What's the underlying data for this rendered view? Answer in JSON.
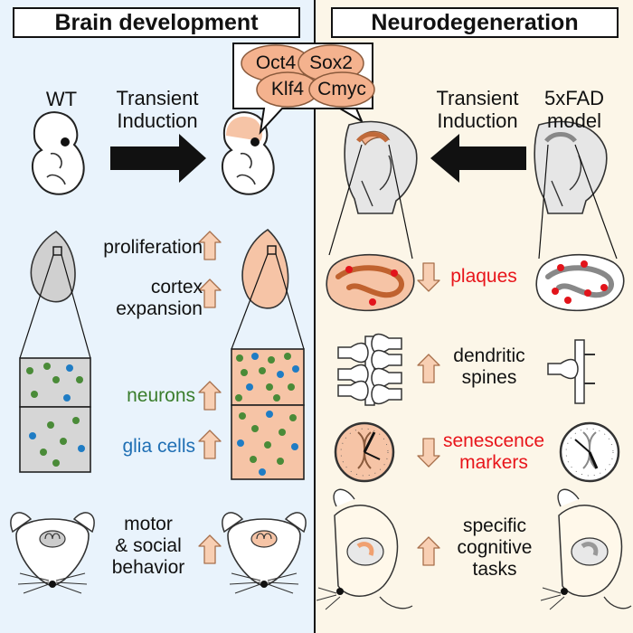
{
  "left_panel": {
    "title": "Brain development",
    "wt_label": "WT",
    "induction_label": "Transient\nInduction",
    "proliferation": "proliferation",
    "cortex_expansion": "cortex\nexpansion",
    "neurons": "neurons",
    "glia_cells": "glia cells",
    "behavior": "motor\n& social\nbehavior"
  },
  "right_panel": {
    "title": "Neurodegeneration",
    "model_label": "5xFAD\nmodel",
    "induction_label": "Transient\nInduction",
    "plaques": "plaques",
    "dendritic_spines": "dendritic\nspines",
    "senescence_markers": "senescence\nmarkers",
    "cognitive_tasks": "specific\ncognitive\ntasks"
  },
  "factors": {
    "oct4": "Oct4",
    "sox2": "Sox2",
    "klf4": "Klf4",
    "cmyc": "Cmyc"
  },
  "colors": {
    "left_bg": "#e9f3fc",
    "right_bg": "#fcf6e8",
    "peach": "#f6c4a6",
    "arrow_fill": "#f8cfb3",
    "neuron_green": "#4a8b38",
    "glia_blue": "#1f7cc4",
    "plaque_red": "#e2141b",
    "label_red": "#e8151b"
  }
}
